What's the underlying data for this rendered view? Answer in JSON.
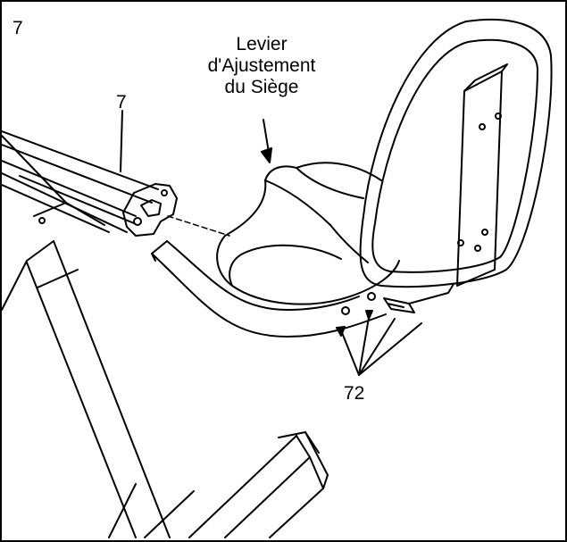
{
  "step_number": "7",
  "callouts": {
    "part_7": "7",
    "seat_lever_lines": [
      "Levier",
      "d'Ajustement",
      "du Siège"
    ],
    "part_72": "72"
  },
  "colors": {
    "line": "#000000",
    "background": "#ffffff"
  },
  "drawing_parts": [
    "frame-rail",
    "rail-end-profile",
    "seat-post",
    "seat-cushion",
    "seat-back",
    "seat-frame-tube",
    "seat-adjustment-lever",
    "bolt-holes",
    "stabilizer-foot",
    "support-legs"
  ]
}
